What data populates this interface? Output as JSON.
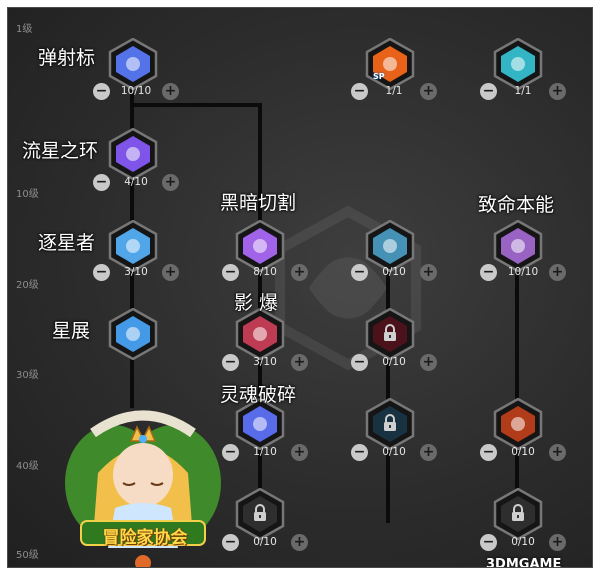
{
  "level_markers": [
    "1级",
    "10级",
    "20级",
    "30级",
    "40级",
    "50级"
  ],
  "skills": [
    {
      "id": "ricochet",
      "name": "弹射标",
      "count": "10/10",
      "icon": "ricochet-star-icon",
      "color": "#5b7dff"
    },
    {
      "id": "meteor-ring",
      "name": "流星之环",
      "count": "4/10",
      "icon": "meteor-ring-icon",
      "color": "#8a5cff"
    },
    {
      "id": "star-chaser",
      "name": "逐星者",
      "count": "3/10",
      "icon": "star-chaser-icon",
      "color": "#56b6ff"
    },
    {
      "id": "star-spread",
      "name": "星展",
      "count": "",
      "icon": "star-spread-icon",
      "color": "#4aa8ff"
    },
    {
      "id": "dark-slash",
      "name": "黑暗切割",
      "count": "8/10",
      "icon": "dark-slash-icon",
      "color": "#b06cff"
    },
    {
      "id": "shadow-burst",
      "name": "影  爆",
      "count": "3/10",
      "icon": "shadow-burst-icon",
      "color": "#d0405a"
    },
    {
      "id": "soul-shatter",
      "name": "灵魂破碎",
      "count": "1/10",
      "icon": "soul-shatter-icon",
      "color": "#5f74ff"
    },
    {
      "id": "locked-col2-row5",
      "name": "",
      "count": "0/10",
      "icon": "lock-icon",
      "color": "#444444"
    },
    {
      "id": "sp-skill",
      "name": "",
      "count": "1/1",
      "icon": "sp-skill-icon",
      "color": "#ff6a1a",
      "badge": "SP"
    },
    {
      "id": "cyan-skill",
      "name": "",
      "count": "1/1",
      "icon": "cyan-skill-icon",
      "color": "#36c6d9"
    },
    {
      "id": "col3-row2",
      "name": "",
      "count": "0/10",
      "icon": "mist-skill-icon",
      "color": "#4aa0c8"
    },
    {
      "id": "col3-row3",
      "name": "",
      "count": "0/10",
      "icon": "lock-icon",
      "color": "#7a1020"
    },
    {
      "id": "col3-row4",
      "name": "",
      "count": "0/10",
      "icon": "lock-icon",
      "color": "#1d4b66"
    },
    {
      "id": "fatal-instinct",
      "name": "致命本能",
      "count": "10/10",
      "icon": "fatal-instinct-icon",
      "color": "#a66cd6"
    },
    {
      "id": "col4-row4",
      "name": "",
      "count": "0/10",
      "icon": "fire-skill-icon",
      "color": "#c2401a"
    },
    {
      "id": "col4-row5",
      "name": "",
      "count": "0/10",
      "icon": "lock-icon",
      "color": "#444444"
    }
  ],
  "mascot_banner": "冒险家协会",
  "watermark": "3DMGAME"
}
